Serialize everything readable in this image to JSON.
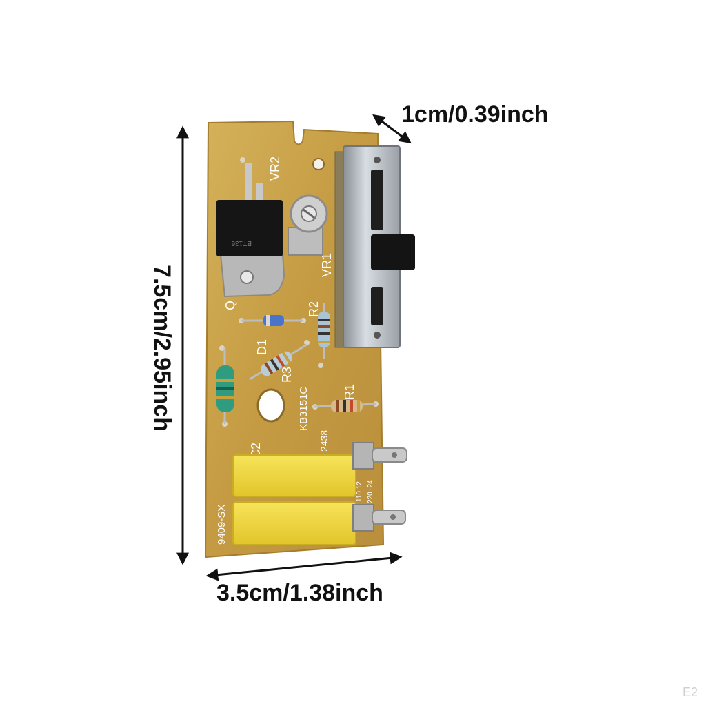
{
  "dimensions": {
    "height_label": "7.5cm/2.95inch",
    "width_label": "3.5cm/1.38inch",
    "slider_label": "1cm/0.39inch"
  },
  "board": {
    "silkscreen": {
      "vr2": "VR2",
      "vr1": "VR1",
      "q": "Q",
      "d1": "D1",
      "r2": "R2",
      "r3": "R3",
      "r1": "R1",
      "c2": "C2",
      "model": "KB3151C",
      "board_code": "9409-SX",
      "date_code": "2438",
      "voltage": "110 12",
      "voltage2": "220~24"
    },
    "transistor_text": "BT136"
  },
  "watermark": "E2",
  "colors": {
    "board": "#c9a24a",
    "capacitor": "#f2d93a",
    "arrow": "#111111"
  }
}
